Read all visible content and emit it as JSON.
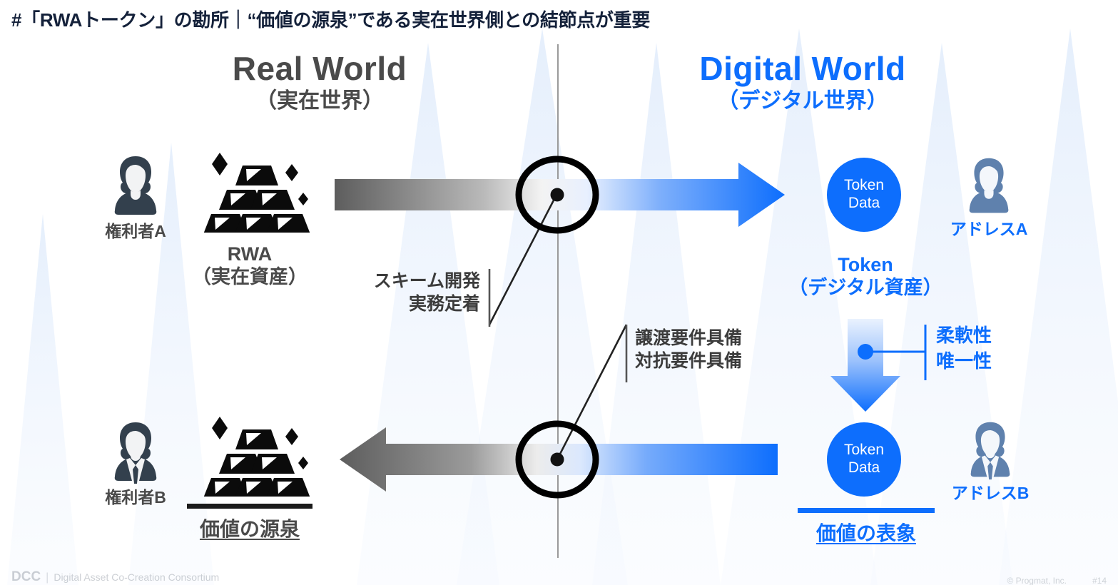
{
  "slide": {
    "title": "#「RWAトークン」の勘所｜“価値の源泉”である実在世界側との結節点が重要",
    "page_number": "#14"
  },
  "colors": {
    "brand_blue": "#0d6efd",
    "dark_gray": "#4a4a4a",
    "title_navy": "#14213a",
    "black": "#111111"
  },
  "headings": {
    "real": {
      "en": "Real World",
      "jp": "（実在世界）"
    },
    "digital": {
      "en": "Digital World",
      "jp": "（デジタル世界）"
    }
  },
  "real_world": {
    "holder_a_label": "権利者A",
    "holder_b_label": "権利者B",
    "asset_name": "RWA",
    "asset_sub": "（実在資産）",
    "value_caption": "価値の源泉",
    "holder_a_icon": "person-icon",
    "holder_b_icon": "person-suit-icon",
    "asset_icon": "gold-bars-icon"
  },
  "digital_world": {
    "token_top_line1": "Token",
    "token_top_line2": "Data",
    "token_bottom_line1": "Token",
    "token_bottom_line2": "Data",
    "address_a_label": "アドレスA",
    "address_b_label": "アドレスB",
    "token_name": "Token",
    "token_sub": "（デジタル資産）",
    "value_caption": "価値の表象",
    "address_a_icon": "person-icon-blue",
    "address_b_icon": "person-suit-icon-blue",
    "transfer_arrow_icon": "down-arrow-icon",
    "properties": [
      "柔軟性",
      "唯一性"
    ]
  },
  "annotations": {
    "top_node": [
      "スキーム開発",
      "実務定着"
    ],
    "bottom_node": [
      "譲渡要件具備",
      "対抗要件具備"
    ]
  },
  "flows": {
    "top_arrow_direction": "right",
    "bottom_arrow_direction": "left",
    "node_icon": "junction-node-icon"
  },
  "footer": {
    "brand_abbr": "DCC",
    "brand_full": "Digital Asset Co-Creation Consortium",
    "copyright": "© Progmat, Inc.",
    "page": "#14"
  }
}
